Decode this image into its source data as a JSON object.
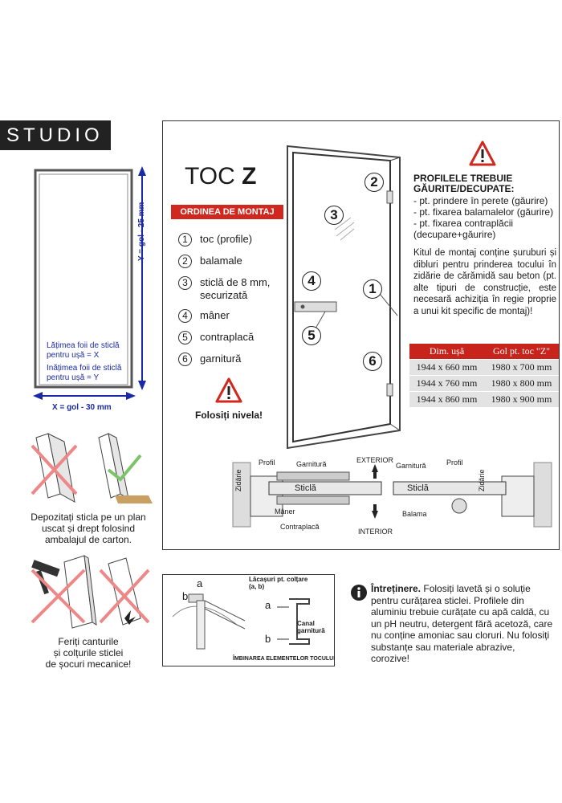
{
  "brand": {
    "label": "STUDIO"
  },
  "left_diagram": {
    "width_label": "Lățimea foii de sticlă pentru ușă = X",
    "height_label": "Inățimea foii de sticlă pentru ușă = Y",
    "x_dim": "X = gol - 30 mm",
    "y_dim": "Y = gol - 25 mm"
  },
  "storage_caption": [
    "Depozitați sticla pe un plan",
    "uscat și drept folosind",
    "ambalajul de carton."
  ],
  "edges_caption": [
    "Feriți canturile",
    "și colțurile sticlei",
    "de șocuri mecanice!"
  ],
  "main": {
    "title_toc": "TOC",
    "title_z": "Z",
    "order_header": "ORDINEA DE MONTAJ",
    "steps": [
      {
        "num": "1",
        "label": "toc (profile)"
      },
      {
        "num": "2",
        "label": "balamale"
      },
      {
        "num": "3",
        "label": "sticlă de 8 mm, securizată"
      },
      {
        "num": "4",
        "label": "mâner"
      },
      {
        "num": "5",
        "label": "contraplacă"
      },
      {
        "num": "6",
        "label": "garnitură"
      }
    ],
    "level_note": "Folosiți nivela!",
    "warning_title": "PROFILELE TREBUIE GĂURITE/DECUPATE:",
    "warning_items": [
      "- pt. prindere în perete (găurire)",
      "- pt. fixarea balamalelor (găurire)",
      "- pt. fixarea contraplăcii (decupare+găurire)"
    ],
    "kit_note": "Kitul de montaj conține șuruburi și dibluri pentru prinderea tocului în zidărie de cărămidă sau beton (pt. alte tipuri de construcție, este necesară achiziția în regie proprie a unui kit specific de montaj)!",
    "table": {
      "headers": [
        "Dim. ușă",
        "Gol pt. toc \"Z\""
      ],
      "rows": [
        [
          "1944 x 660 mm",
          "1980 x 700 mm"
        ],
        [
          "1944 x 760 mm",
          "1980 x 800 mm"
        ],
        [
          "1944 x 860 mm",
          "1980 x 900 mm"
        ]
      ]
    },
    "section": {
      "profil": "Profil",
      "garnitura": "Garnitură",
      "exterior": "EXTERIOR",
      "interior": "INTERIOR",
      "sticla": "Sticlă",
      "zidarie": "Zidărie",
      "maner": "Mâner",
      "contraplaca": "Contraplacă",
      "balama": "Balama"
    }
  },
  "joint": {
    "lacasuri": "Lăcașuri pt. colțare (a, b)",
    "a": "a",
    "b": "b",
    "canal": "Canal garnitură",
    "footer": "ÎMBINAREA ELEMENTELOR TOCULUI"
  },
  "maintenance": {
    "bold": "Întreținere.",
    "text": "Folosiți lavetă și o soluție pentru curățarea sticlei. Profilele din aluminiu trebuie curățate cu apă caldă, cu un pH neutru, detergent fără acetoză, care nu conține amoniac sau cloruri. Nu folosiți substanțe sau materiale abrazive, corozive!"
  }
}
